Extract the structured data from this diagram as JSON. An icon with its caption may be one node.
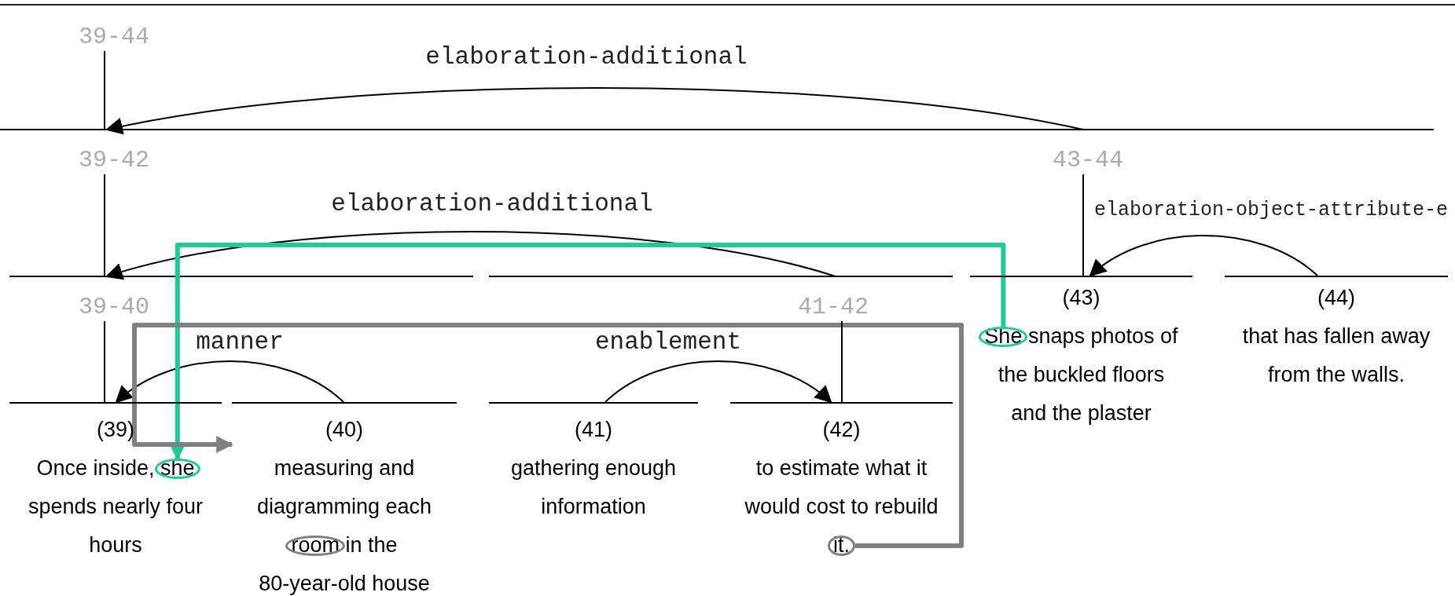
{
  "diagram": {
    "nodes": [
      {
        "text": [
          "39-44"
        ]
      },
      {
        "text": [
          "39-42"
        ]
      },
      {
        "text": [
          "43-44"
        ]
      },
      {
        "text": [
          "39-40"
        ]
      },
      {
        "text": [
          "41-42"
        ]
      },
      {
        "text": [
          "(39)",
          "Once inside, she spends nearly four hours"
        ]
      },
      {
        "text": [
          "(40)",
          "measuring and diagramming each room in the 80-year-old house"
        ]
      },
      {
        "text": [
          "(41)",
          "gathering enough information"
        ]
      },
      {
        "text": [
          "(42)",
          "to estimate what it would cost to rebuild it."
        ]
      },
      {
        "text": [
          "(43)",
          "She snaps photos of the buckled floors and the plaster"
        ]
      },
      {
        "text": [
          "(44)",
          "that has fallen away from the walls."
        ]
      },
      {
        "text": [],
        "shape": "circle",
        "in": 5
      },
      {
        "text": [],
        "shape": "circle",
        "in": 6
      },
      {
        "text": [],
        "shape": "circle",
        "in": 8
      },
      {
        "text": [],
        "shape": "circle",
        "in": 9
      }
    ],
    "edges": [
      {
        "from": 2,
        "to": 1,
        "arrow": "to",
        "label": "elaboration-additional"
      },
      {
        "from": 4,
        "to": 3,
        "arrow": "to",
        "label": "elaboration-additional"
      },
      {
        "from": 10,
        "to": 9,
        "arrow": "to",
        "label": "elaboration-object-attribute-e"
      },
      {
        "from": 6,
        "to": 5,
        "arrow": "to",
        "label": "manner"
      },
      {
        "from": 7,
        "to": 8,
        "arrow": "to",
        "label": "enablement"
      },
      {
        "from": 14,
        "to": 11,
        "arrow": "to",
        "style": "thick",
        "color": "#20c997"
      },
      {
        "from": 13,
        "to": 6,
        "arrow": "to",
        "style": "thick",
        "color": "#808080"
      },
      {
        "from": 0,
        "to": 1,
        "arrow": "none"
      },
      {
        "from": 1,
        "to": 3,
        "arrow": "none"
      },
      {
        "from": 2,
        "to": 9,
        "arrow": "none"
      },
      {
        "from": 3,
        "to": 5,
        "arrow": "none"
      },
      {
        "from": 4,
        "to": 8,
        "arrow": "none"
      }
    ]
  }
}
